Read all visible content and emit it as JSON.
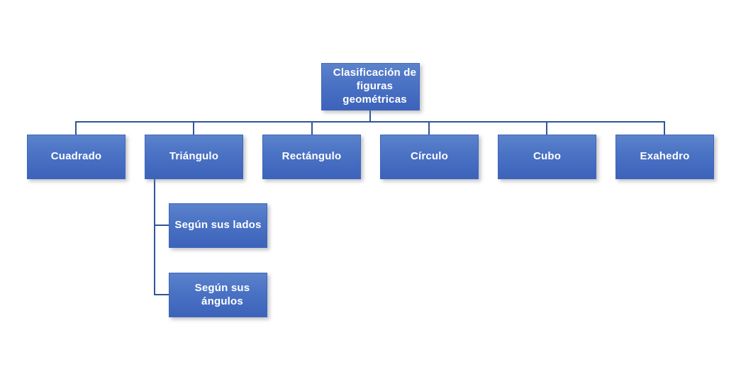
{
  "diagram": {
    "type": "organizational-hierarchy",
    "title": "Clasificación de figuras geométricas",
    "colors": {
      "node_fill_top": "#5b82cb",
      "node_fill_bottom": "#3c63ba",
      "node_border": "#3f66bb",
      "connector": "#2f5597",
      "node_text": "#ffffff",
      "background": "#ffffff"
    },
    "root": {
      "label": "Clasificación de figuras geométricas",
      "line1": "Clasificación de",
      "line2": "figuras",
      "line3": "geométricas"
    },
    "level1": [
      {
        "label": "Cuadrado"
      },
      {
        "label": "Triángulo"
      },
      {
        "label": "Rectángulo"
      },
      {
        "label": "Círculo"
      },
      {
        "label": "Cubo"
      },
      {
        "label": "Exahedro"
      }
    ],
    "level2": [
      {
        "label": "Según sus lados",
        "parent": "Triángulo"
      },
      {
        "label": "Según sus ángulos",
        "parent": "Triángulo",
        "line1": "Según sus",
        "line2": "ángulos"
      }
    ]
  }
}
